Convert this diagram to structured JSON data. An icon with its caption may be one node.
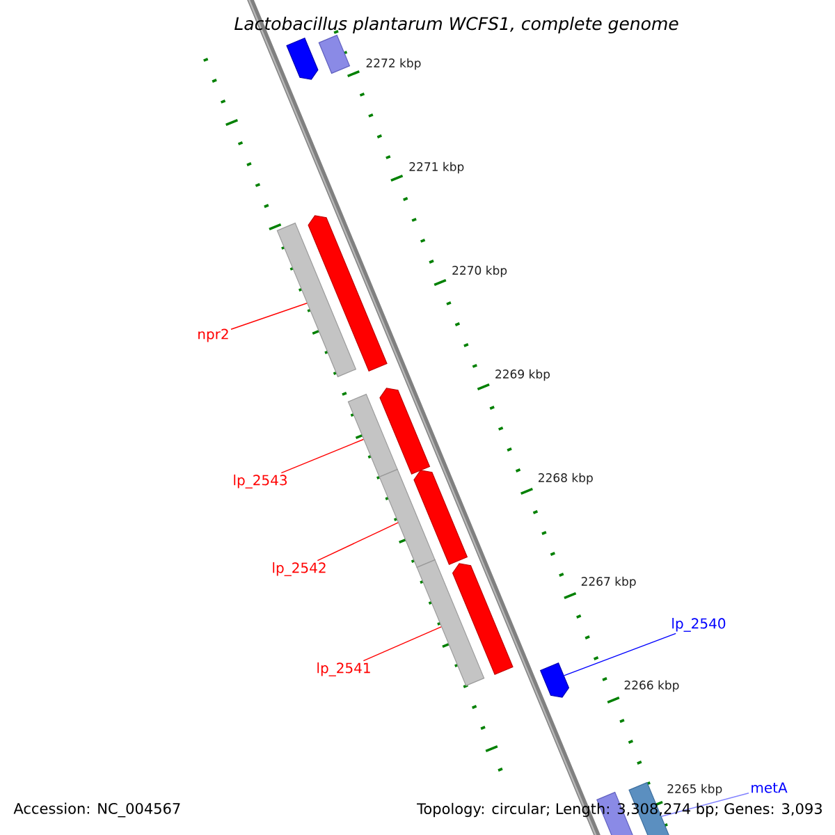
{
  "diagram": {
    "title": "Lactobacillus plantarum WCFS1, complete genome",
    "nodes": [
      {
        "text": [
          "npr2"
        ]
      },
      {
        "text": [],
        "shape": "bar"
      },
      {
        "text": [
          "lp_2543"
        ]
      },
      {
        "text": [],
        "shape": "bar"
      },
      {
        "text": [
          "lp_2542"
        ]
      },
      {
        "text": [],
        "shape": "bar"
      },
      {
        "text": [
          "lp_2541"
        ]
      },
      {
        "text": [],
        "shape": "bar"
      },
      {
        "text": [
          "lp_2540"
        ]
      },
      {
        "text": [],
        "shape": "arrow"
      },
      {
        "text": [
          "metA"
        ]
      },
      {
        "text": [],
        "shape": "bar"
      },
      {
        "text": [],
        "shape": "arrow"
      },
      {
        "text": [],
        "shape": "bar"
      },
      {
        "text": [],
        "shape": "arrow"
      },
      {
        "text": [],
        "shape": "arrow"
      },
      {
        "text": [],
        "shape": "arrow"
      },
      {
        "text": [],
        "shape": "arrow"
      },
      {
        "text": [],
        "shape": "bar"
      }
    ],
    "edges": [
      {
        "from": 0,
        "to": 1,
        "arrow": "none"
      },
      {
        "from": 2,
        "to": 3,
        "arrow": "none"
      },
      {
        "from": 4,
        "to": 5,
        "arrow": "none"
      },
      {
        "from": 6,
        "to": 7,
        "arrow": "none"
      },
      {
        "from": 8,
        "to": 9,
        "arrow": "none",
        "color": "#0000ff"
      },
      {
        "from": 10,
        "to": 11,
        "arrow": "none",
        "color": "#8080ff"
      }
    ],
    "labels": [
      "2272 kbp",
      "2271 kbp",
      "2270 kbp",
      "2269 kbp",
      "2268 kbp",
      "2267 kbp",
      "2266 kbp",
      "2265 kbp",
      "Accession: NC_004567",
      "Topology: circular; Length: 3,308,274 bp; Genes: 3,093"
    ]
  }
}
